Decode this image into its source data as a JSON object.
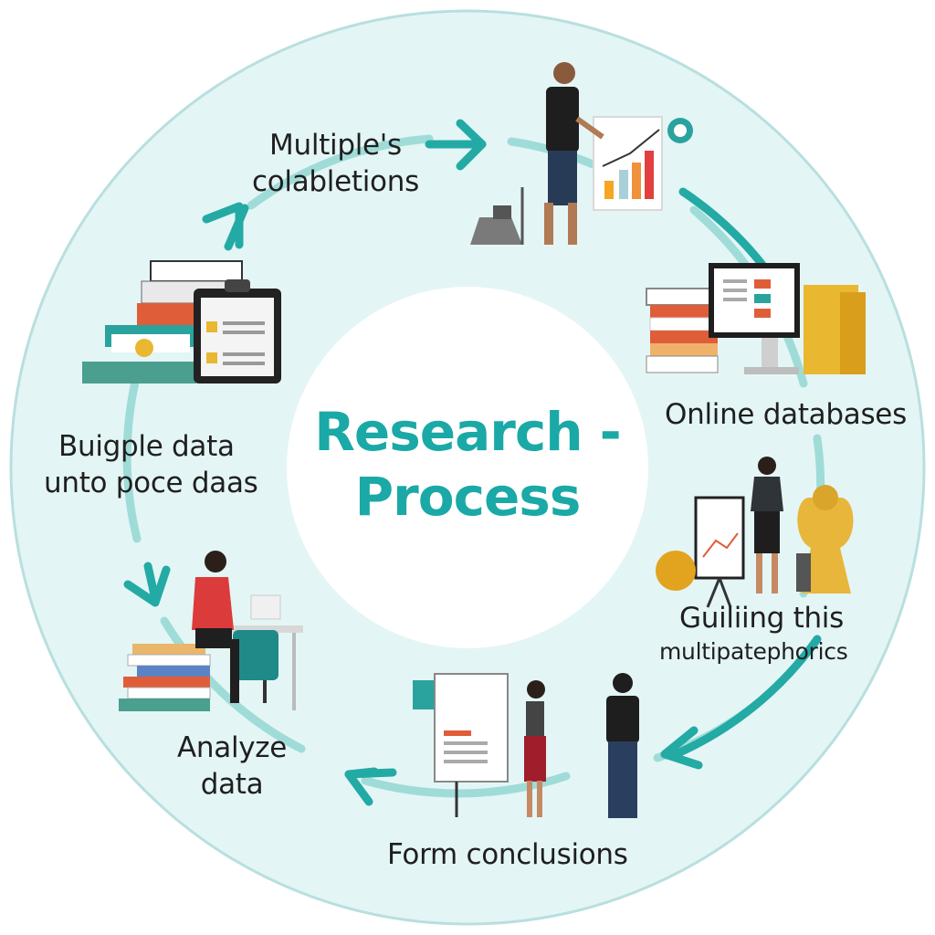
{
  "diagram": {
    "center": {
      "line1": "Research -",
      "line2": "Process"
    },
    "steps": [
      {
        "id": "collaborations",
        "lines": [
          "Multiple's",
          "colabletions"
        ]
      },
      {
        "id": "online-databases",
        "lines": [
          "Online databases"
        ]
      },
      {
        "id": "guiding",
        "lines": [
          "Guiliing this",
          "multipatephorics"
        ]
      },
      {
        "id": "form-conclusions",
        "lines": [
          "Form conclusions"
        ]
      },
      {
        "id": "analyze-data",
        "lines": [
          "Analyze",
          "data"
        ]
      },
      {
        "id": "buigple-data",
        "lines": [
          "Buigple data",
          "unto poce daas"
        ]
      }
    ],
    "colors": {
      "accent": "#1aa9a6",
      "ring": "#dff3f3",
      "arrow": "#2bb3ad"
    }
  }
}
